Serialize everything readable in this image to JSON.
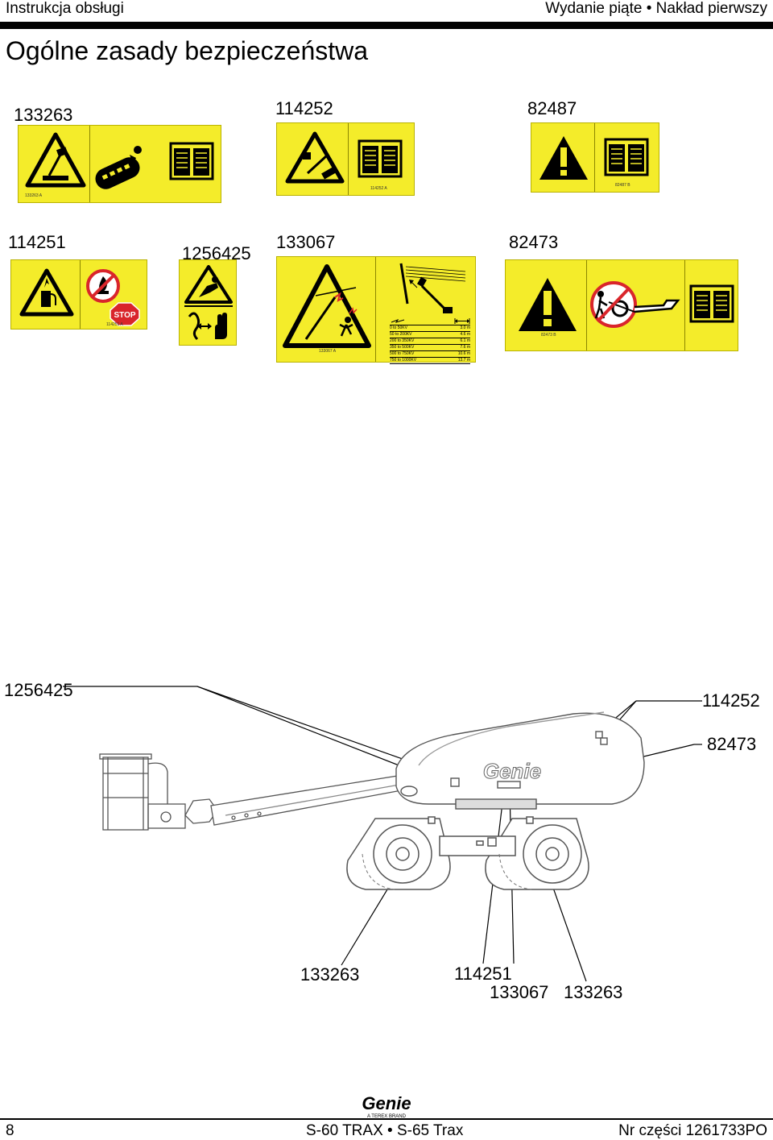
{
  "header": {
    "left": "Instrukcja obsługi",
    "right": "Wydanie piąte • Nakład pierwszy"
  },
  "page_title": "Ogólne zasady bezpieczeństwa",
  "decal_labels": {
    "d133263": "133263",
    "d114252": "114252",
    "d82487": "82487",
    "d114251": "114251",
    "d1256425": "1256425",
    "d133067": "133067",
    "d82473": "82473"
  },
  "decal_codes": {
    "c133263": "133263 A",
    "c114252": "114252 A",
    "c82487": "82487 B",
    "c114251": "114251 A",
    "c133067": "133067 A",
    "c82473": "82473 B"
  },
  "stop_text": "STOP",
  "voltage_table": [
    {
      "range": "0 to 50KV",
      "dist": "3.0 m"
    },
    {
      "range": "50 to 200KV",
      "dist": "4.6 m"
    },
    {
      "range": "200 to 350KV",
      "dist": "6.1 m"
    },
    {
      "range": "350 to 500KV",
      "dist": "7.6 m"
    },
    {
      "range": "500 to 750KV",
      "dist": "10.6 m"
    },
    {
      "range": "750 to 1000KV",
      "dist": "13.7 m"
    }
  ],
  "machine_callouts": {
    "c1256425": "1256425",
    "c114252": "114252",
    "c82473": "82473",
    "c133263_left": "133263",
    "c114251": "114251",
    "c133067": "133067",
    "c133263_right": "133263"
  },
  "machine_brand": "Genie",
  "footer": {
    "brand": "Genie",
    "brand_sub": "A TEREX BRAND",
    "page_number": "8",
    "model": "S-60 TRAX • S-65 Trax",
    "part_number": "Nr części 1261733PO"
  },
  "colors": {
    "decal_yellow": "#f4ec2a",
    "ink": "#000000",
    "prohibition_red": "#d9252b"
  }
}
